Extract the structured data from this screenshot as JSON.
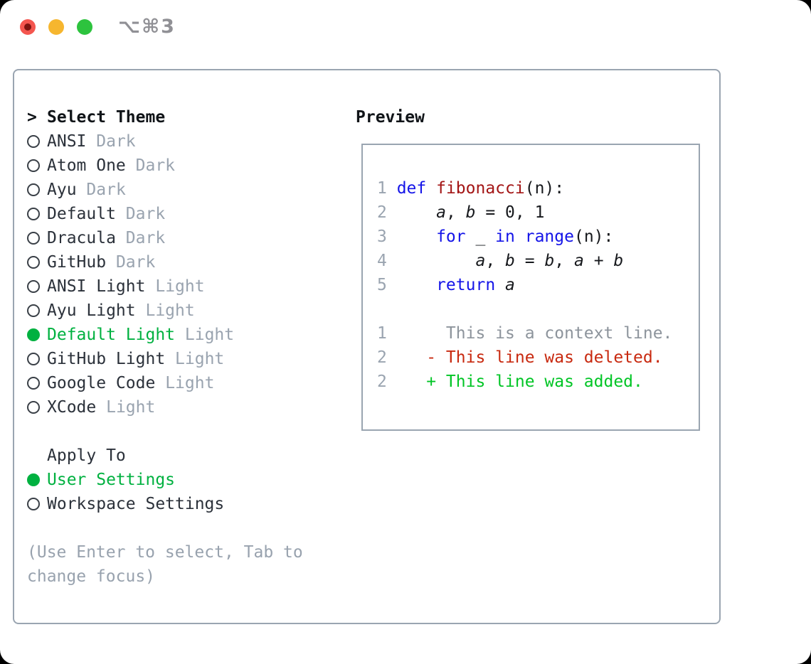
{
  "window": {
    "title": "⌥⌘3",
    "traffic_lights": {
      "close_color": "#f4564f",
      "minimize_color": "#f6b62f",
      "zoom_color": "#2dc33e",
      "close_has_unsaved_dot": true
    }
  },
  "theme_panel": {
    "header": {
      "prompt": ">",
      "label": "Select Theme"
    },
    "themes": [
      {
        "name": "ANSI",
        "variant": "Dark",
        "selected": false
      },
      {
        "name": "Atom One",
        "variant": "Dark",
        "selected": false
      },
      {
        "name": "Ayu",
        "variant": "Dark",
        "selected": false
      },
      {
        "name": "Default",
        "variant": "Dark",
        "selected": false
      },
      {
        "name": "Dracula",
        "variant": "Dark",
        "selected": false
      },
      {
        "name": "GitHub",
        "variant": "Dark",
        "selected": false
      },
      {
        "name": "ANSI Light",
        "variant": "Light",
        "selected": false
      },
      {
        "name": "Ayu Light",
        "variant": "Light",
        "selected": false
      },
      {
        "name": "Default Light",
        "variant": "Light",
        "selected": true
      },
      {
        "name": "GitHub Light",
        "variant": "Light",
        "selected": false
      },
      {
        "name": "Google Code",
        "variant": "Light",
        "selected": false
      },
      {
        "name": "XCode",
        "variant": "Light",
        "selected": false
      }
    ],
    "apply_to": {
      "label": "Apply To",
      "options": [
        {
          "label": "User Settings",
          "selected": true
        },
        {
          "label": "Workspace Settings",
          "selected": false
        }
      ]
    },
    "hint": "(Use Enter to select, Tab to change focus)"
  },
  "preview": {
    "label": "Preview",
    "lines": [
      {
        "num": "1",
        "seg": [
          {
            "t": "def",
            "s": "kw"
          },
          {
            "t": " ",
            "s": "p"
          },
          {
            "t": "fibonacci",
            "s": "fn"
          },
          {
            "t": "(n):",
            "s": "p"
          }
        ]
      },
      {
        "num": "2",
        "seg": [
          {
            "t": "    ",
            "s": "p"
          },
          {
            "t": "a",
            "s": "var"
          },
          {
            "t": ", ",
            "s": "p"
          },
          {
            "t": "b",
            "s": "var"
          },
          {
            "t": " = 0, 1",
            "s": "p"
          }
        ]
      },
      {
        "num": "3",
        "seg": [
          {
            "t": "    ",
            "s": "p"
          },
          {
            "t": "for",
            "s": "kw"
          },
          {
            "t": " _ ",
            "s": "p"
          },
          {
            "t": "in",
            "s": "kw"
          },
          {
            "t": " ",
            "s": "p"
          },
          {
            "t": "range",
            "s": "kw"
          },
          {
            "t": "(n):",
            "s": "p"
          }
        ]
      },
      {
        "num": "4",
        "seg": [
          {
            "t": "        ",
            "s": "p"
          },
          {
            "t": "a",
            "s": "var"
          },
          {
            "t": ", ",
            "s": "p"
          },
          {
            "t": "b",
            "s": "var"
          },
          {
            "t": " = ",
            "s": "p"
          },
          {
            "t": "b",
            "s": "var"
          },
          {
            "t": ", ",
            "s": "p"
          },
          {
            "t": "a",
            "s": "var"
          },
          {
            "t": " + ",
            "s": "p"
          },
          {
            "t": "b",
            "s": "var"
          }
        ]
      },
      {
        "num": "5",
        "seg": [
          {
            "t": "    ",
            "s": "p"
          },
          {
            "t": "return",
            "s": "kw"
          },
          {
            "t": " ",
            "s": "p"
          },
          {
            "t": "a",
            "s": "var"
          }
        ]
      },
      {
        "num": "",
        "seg": []
      },
      {
        "num": "1",
        "seg": [
          {
            "t": "     This is a context line.",
            "s": "ctx"
          }
        ]
      },
      {
        "num": "2",
        "seg": [
          {
            "t": "   ",
            "s": "p"
          },
          {
            "t": "- This line was deleted.",
            "s": "del"
          }
        ]
      },
      {
        "num": "2",
        "seg": [
          {
            "t": "   ",
            "s": "p"
          },
          {
            "t": "+ This line was added.",
            "s": "add"
          }
        ]
      }
    ]
  },
  "colors": {
    "selected_green": "#00b140",
    "keyword_blue": "#1414e8",
    "function_red": "#a31515",
    "diff_deleted_red": "#c8290f",
    "diff_added_green": "#00c525",
    "muted_gray": "#99a3af",
    "line_number_gray": "#9aa4b0",
    "border_gray": "#9aa5b1"
  }
}
